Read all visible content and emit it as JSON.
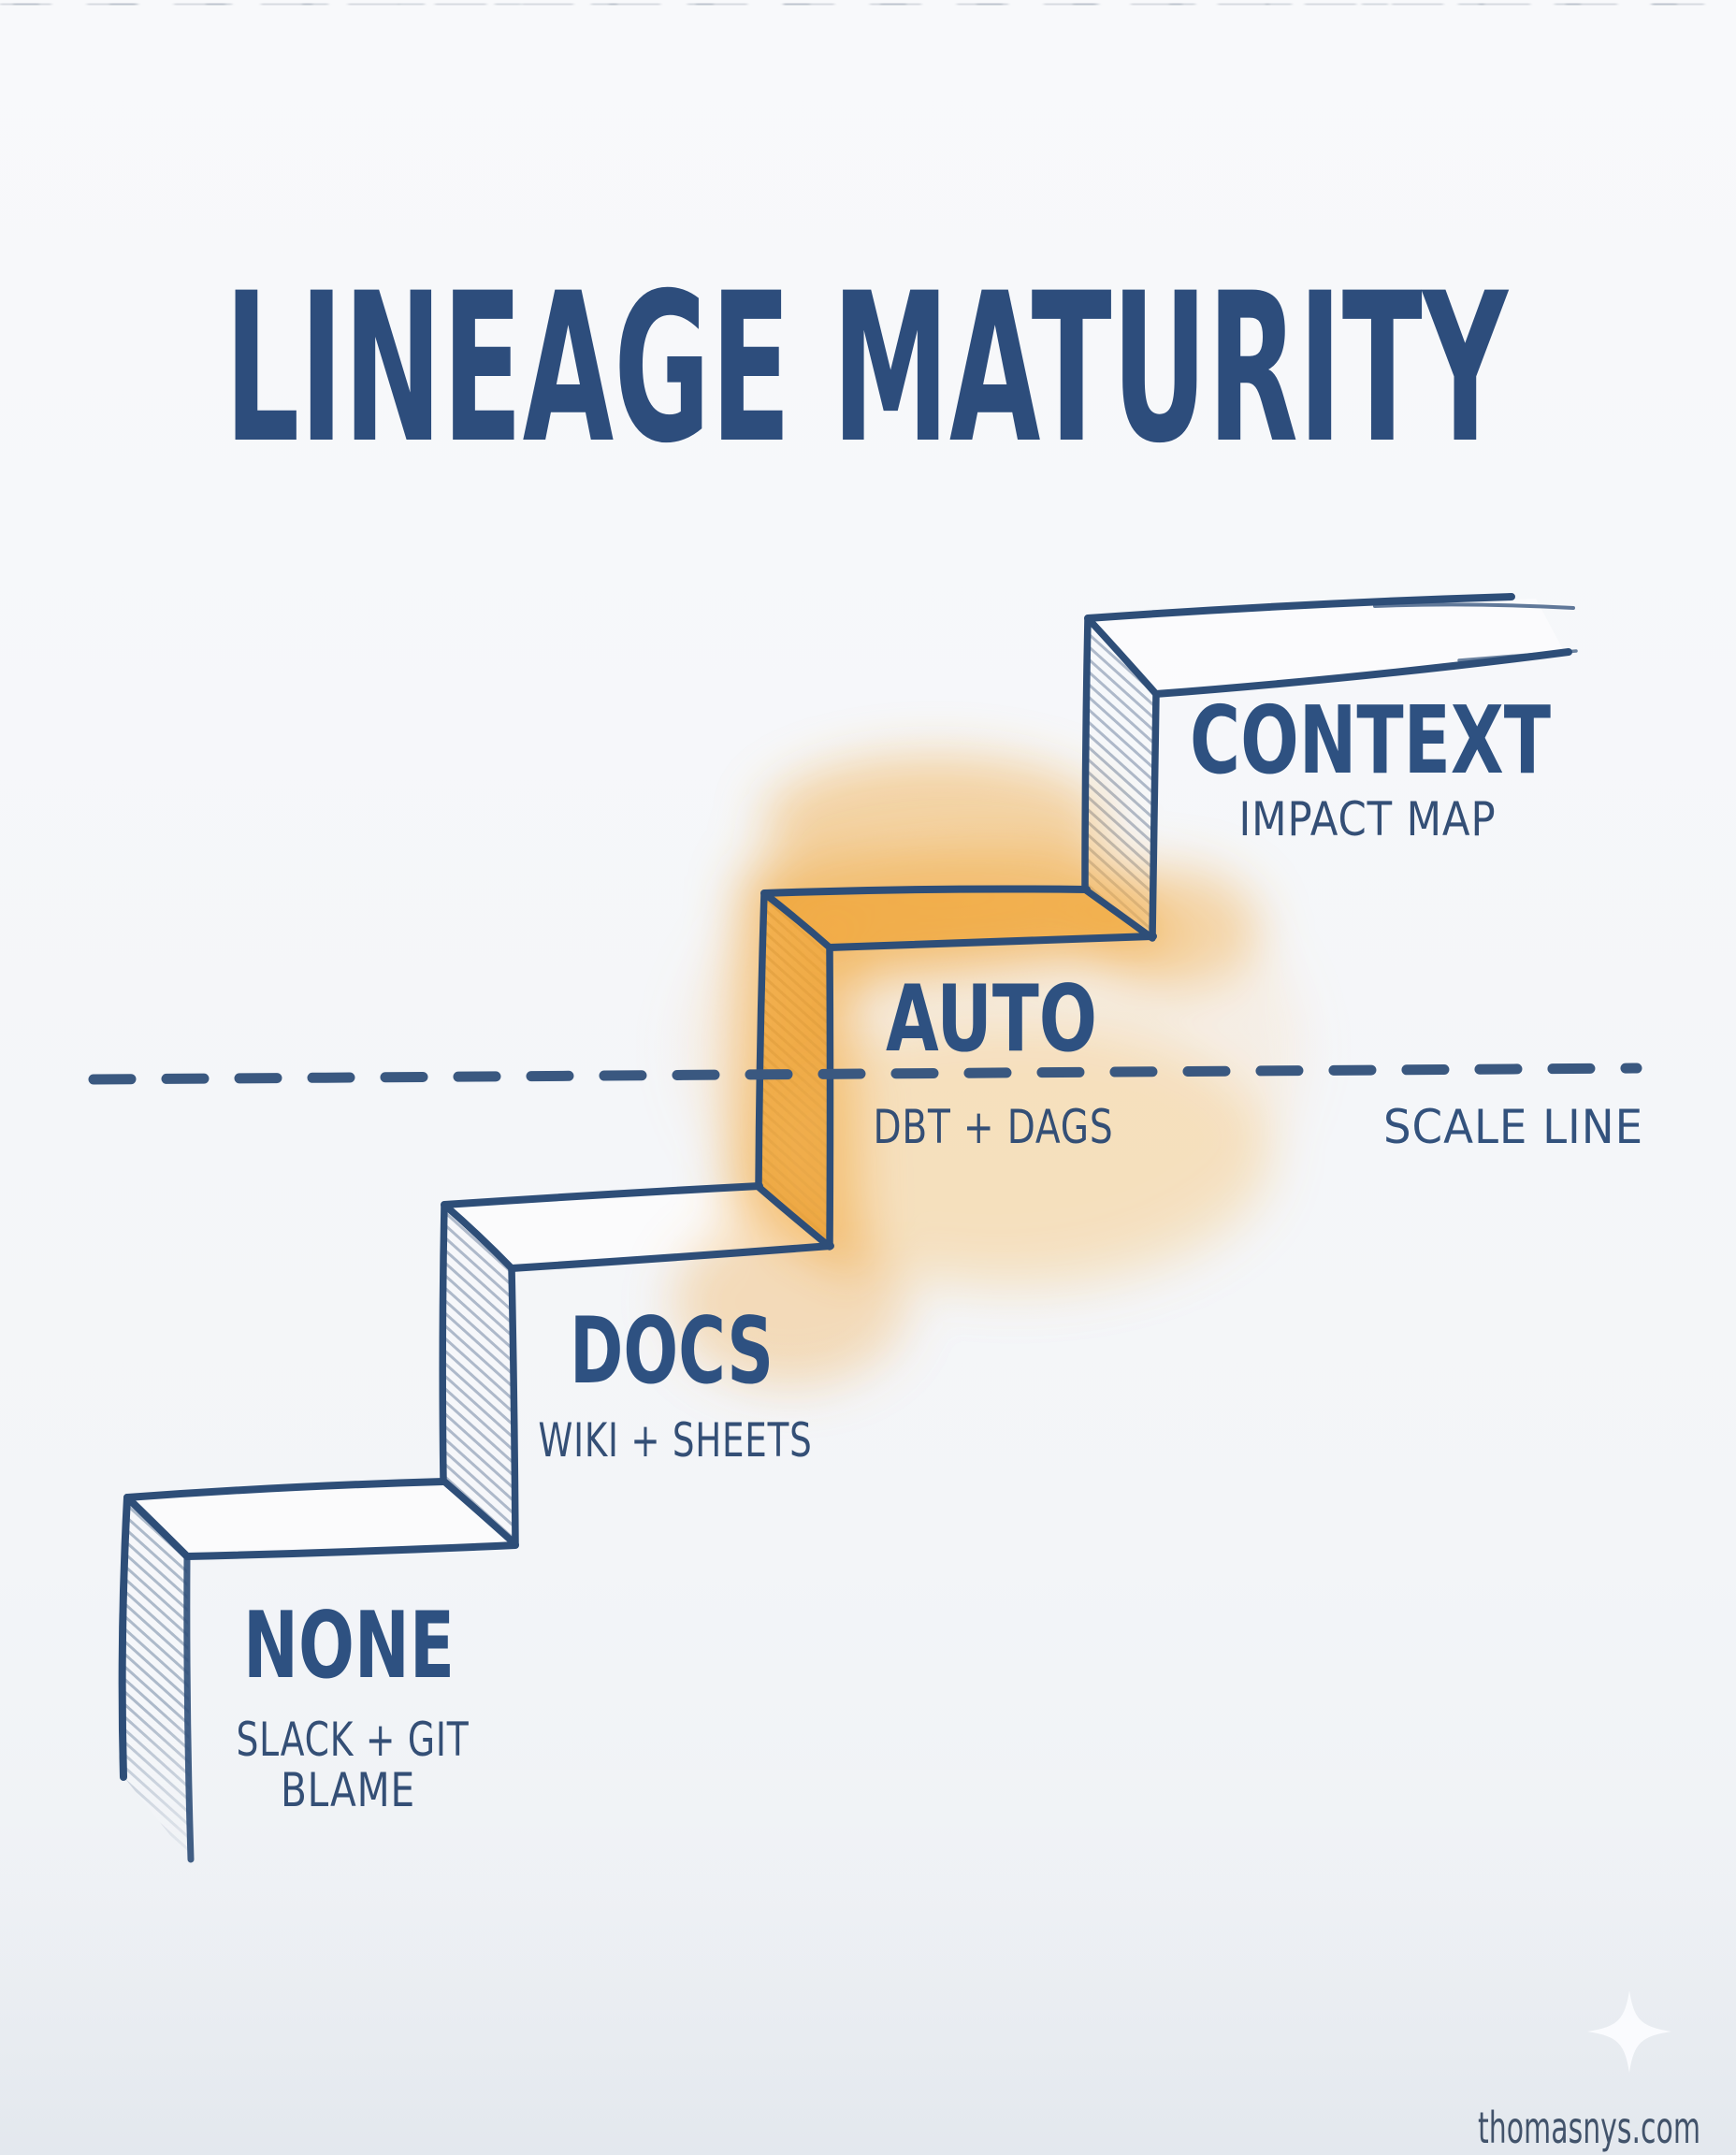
{
  "title": "LINEAGE MATURITY",
  "steps": [
    {
      "name": "NONE",
      "caption_line1": "SLACK + GIT",
      "caption_line2": "BLAME",
      "highlighted": false
    },
    {
      "name": "DOCS",
      "caption_line1": "WIKI + SHEETS",
      "highlighted": false
    },
    {
      "name": "AUTO",
      "caption_line1": "DBT + DAGS",
      "highlighted": true
    },
    {
      "name": "CONTEXT",
      "caption_line1": "IMPACT MAP",
      "highlighted": false
    }
  ],
  "scale_line": {
    "label": "SCALE LINE"
  },
  "watermark": {
    "text": "thomasnys.com"
  },
  "colors": {
    "ink_blue": "#2e4e78",
    "text_blue": "#30517e",
    "highlight_orange": "#eda53f",
    "pencil_gray": "#97a5bb",
    "paper": "#f7f8fa"
  }
}
